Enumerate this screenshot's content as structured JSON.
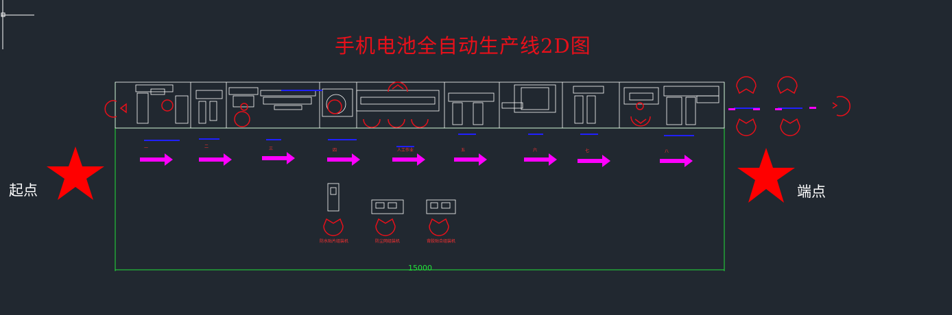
{
  "title": "手机电池全自动生产线2D图",
  "start_label": "起点",
  "end_label": "端点",
  "dimension_label": "15000",
  "stations": [
    "一",
    "二",
    "三",
    "四",
    "人工作业",
    "五",
    "六",
    "七",
    "八"
  ],
  "equipment_labels": [
    "防水贴片组装机",
    "防尘网组装机",
    "背胶贴合组装机"
  ],
  "colors": {
    "background": "#212830",
    "title": "#e8101a",
    "outline": "#22e03a",
    "arrow": "#ff00ff",
    "star": "#ff0000",
    "robot": "#e8101a",
    "machine": "#ffffff",
    "conveyor": "#2020ff"
  }
}
